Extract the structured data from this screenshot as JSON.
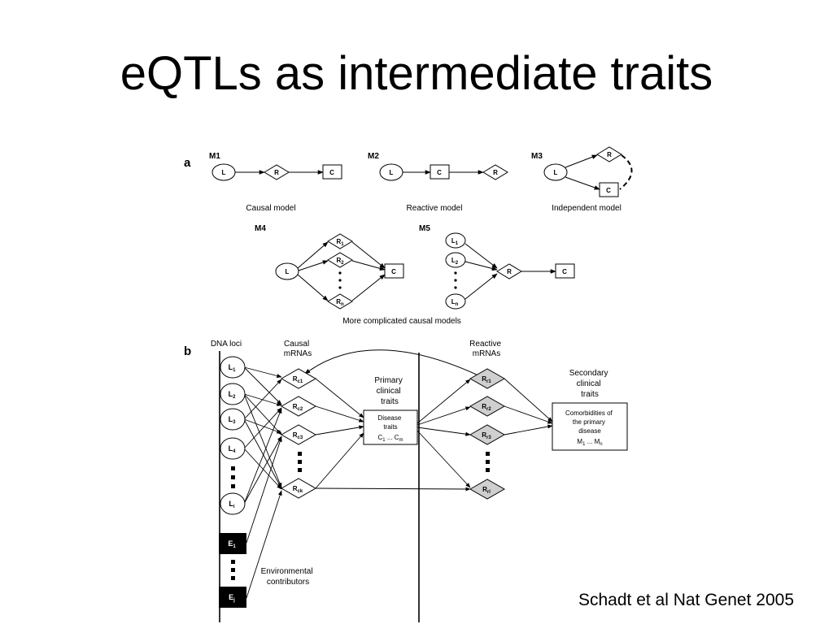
{
  "slide": {
    "title": "eQTLs as intermediate traits",
    "citation": "Schadt et al Nat Genet 2005"
  },
  "panel_a": {
    "label": "a",
    "m1": {
      "name": "M1",
      "caption": "Causal model",
      "nodes": [
        "L",
        "R",
        "C"
      ]
    },
    "m2": {
      "name": "M2",
      "caption": "Reactive model",
      "nodes": [
        "L",
        "C",
        "R"
      ]
    },
    "m3": {
      "name": "M3",
      "caption": "Independent model",
      "nodes": [
        "L",
        "R",
        "C"
      ]
    },
    "m4": {
      "name": "M4",
      "nodes": {
        "l": "L",
        "c": "C",
        "r": "R"
      },
      "subscripts": [
        "1",
        "2",
        "n"
      ]
    },
    "m5": {
      "name": "M5",
      "nodes": {
        "l": "L",
        "r": "R",
        "c": "C"
      },
      "subscripts": [
        "1",
        "2",
        "n"
      ]
    },
    "caption_complicated": "More complicated causal models"
  },
  "panel_b": {
    "label": "b",
    "dna_loci": "DNA loci",
    "causal_mrnas": [
      "Causal",
      "mRNAs"
    ],
    "reactive_mrnas": [
      "Reactive",
      "mRNAs"
    ],
    "primary_traits": [
      "Primary",
      "clinical",
      "traits"
    ],
    "disease_box": [
      "Disease",
      "traits"
    ],
    "disease_range": {
      "a": "C",
      "a_sub": "1",
      "dots": " ... ",
      "b": "C",
      "b_sub": "m"
    },
    "secondary_traits": [
      "Secondary",
      "clinical",
      "traits"
    ],
    "comorbid_box": [
      "Comorbidities of",
      "the primary",
      "disease"
    ],
    "comorbid_range": {
      "a": "M",
      "a_sub": "1",
      "dots": " ... ",
      "b": "M",
      "b_sub": "n"
    },
    "loci": {
      "letter": "L",
      "subs": [
        "1",
        "2",
        "3",
        "4",
        "i"
      ]
    },
    "env": {
      "letter": "E",
      "subs": [
        "1",
        "j"
      ]
    },
    "causal": {
      "letter": "R",
      "subs": [
        "c1",
        "c2",
        "c3",
        "ck"
      ]
    },
    "reactive": {
      "letter": "R",
      "subs": [
        "r1",
        "r2",
        "r3",
        "rl"
      ]
    },
    "env_label": [
      "Environmental",
      "contributors"
    ]
  }
}
